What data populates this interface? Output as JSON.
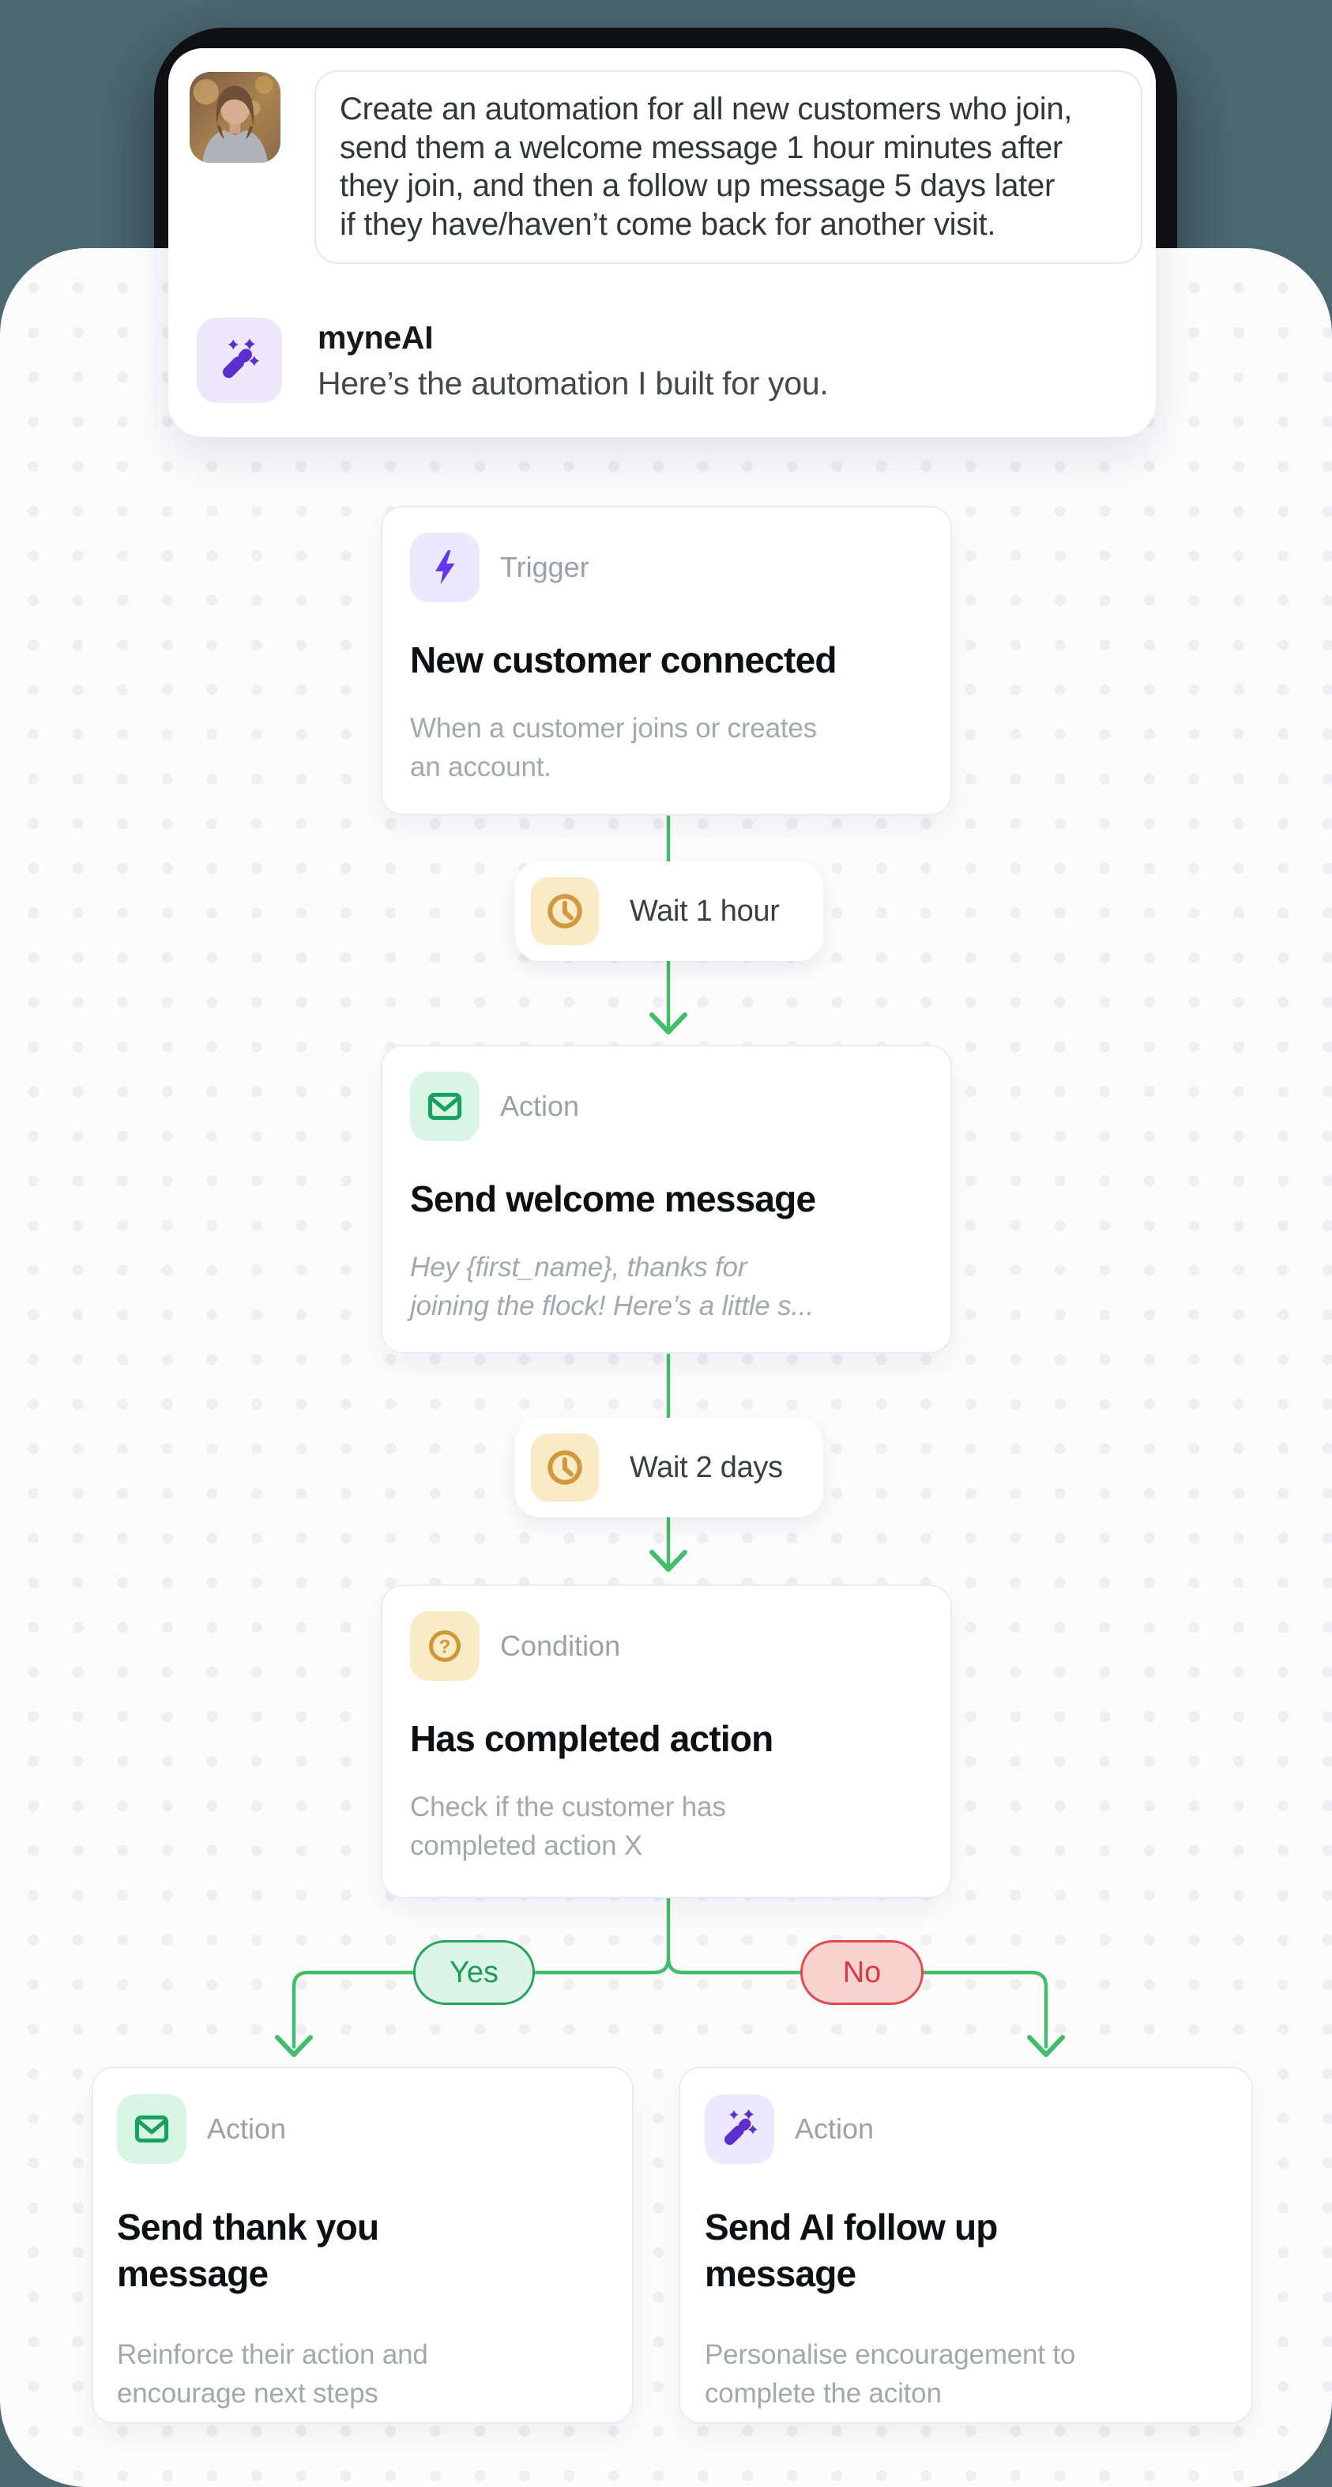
{
  "colors": {
    "background": "#4B6770",
    "frame": "#0F1114",
    "canvas": "#FCFCFD",
    "connector_green": "#42BD69",
    "accent_purple": "#5B2ED0",
    "accent_green": "#17A05E",
    "accent_amber": "#D2983F",
    "yes_green": "#26A45B",
    "no_red": "#E5484D"
  },
  "chat": {
    "user_avatar": "user-photo-avatar",
    "user_message_lines": [
      "Create an automation for all new customers who join,",
      "send them a welcome message 1 hour minutes after",
      "they join, and then a follow up message 5 days later",
      "if they have/haven’t come back for another visit."
    ],
    "assistant_icon": "magic-wand-icon",
    "assistant_name": "myneAI",
    "assistant_message": "Here’s the automation I built for you."
  },
  "flow": {
    "trigger": {
      "label": "Trigger",
      "icon": "lightning-bolt-icon",
      "title": "New customer connected",
      "description_lines": [
        "When a customer joins or creates",
        "an account."
      ]
    },
    "wait1": {
      "label": "Wait 1 hour",
      "icon": "clock-icon"
    },
    "action_welcome": {
      "label": "Action",
      "icon": "envelope-icon",
      "title": "Send welcome message",
      "description_lines": [
        "Hey {first_name}, thanks for",
        "joining the flock! Here’s a little s..."
      ]
    },
    "wait2": {
      "label": "Wait 2 days",
      "icon": "clock-icon"
    },
    "condition": {
      "label": "Condition",
      "icon": "help-circle-icon",
      "title": "Has completed action",
      "description_lines": [
        "Check if the customer has",
        "completed action X"
      ]
    },
    "branch_yes_label": "Yes",
    "branch_no_label": "No",
    "action_thank_you": {
      "label": "Action",
      "icon": "envelope-icon",
      "title_lines": [
        "Send thank you",
        "message"
      ],
      "description_lines": [
        "Reinforce their action and",
        "encourage next steps"
      ]
    },
    "action_ai_follow_up": {
      "label": "Action",
      "icon": "magic-wand-icon",
      "title_lines": [
        "Send AI follow up",
        "message"
      ],
      "description_lines": [
        "Personalise encouragement to",
        "complete the aciton"
      ]
    }
  }
}
